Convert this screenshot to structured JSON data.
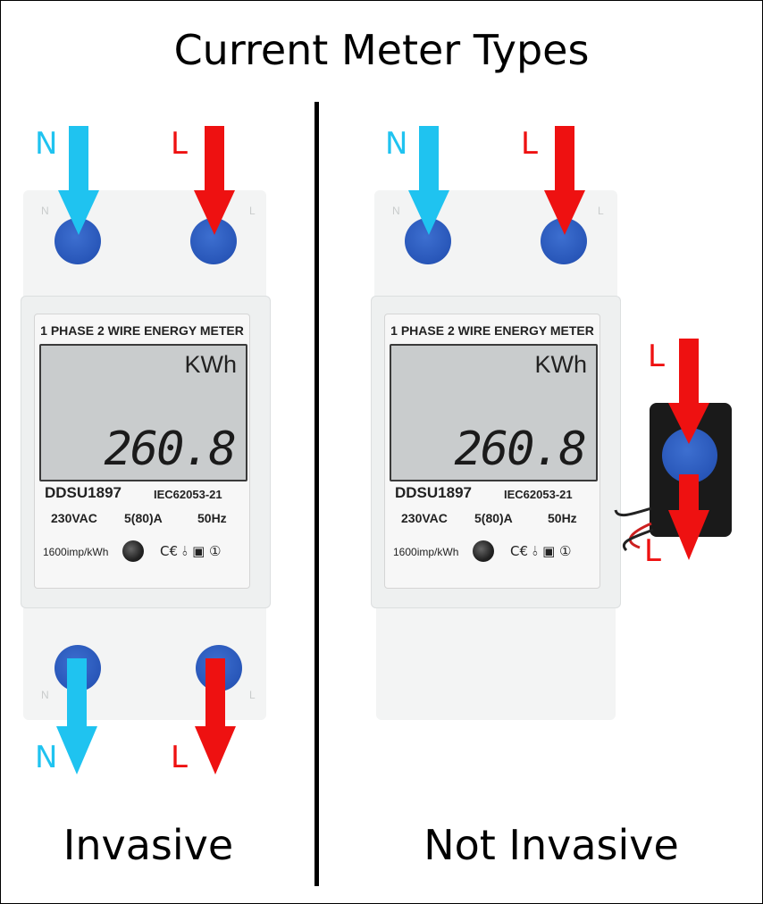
{
  "title": "Current Meter Types",
  "colors": {
    "neutral_arrow": "#1fc3f0",
    "live_arrow": "#ee1111",
    "screw": "#2856b8"
  },
  "captions": {
    "left": "Invasive",
    "right": "Not Invasive"
  },
  "meter": {
    "header": "1 PHASE 2 WIRE ENERGY METER",
    "unit": "KWh",
    "reading": "260.8",
    "model": "DDSU1897",
    "standard": "IEC62053-21",
    "voltage": "230VAC",
    "current": "5(80)A",
    "frequency": "50Hz",
    "impulse": "1600imp/kWh",
    "marks": "C€ ⫰ ▣ ①",
    "terminal_n": "N",
    "terminal_l": "L"
  },
  "labels": {
    "neutral": "N",
    "live": "L"
  }
}
